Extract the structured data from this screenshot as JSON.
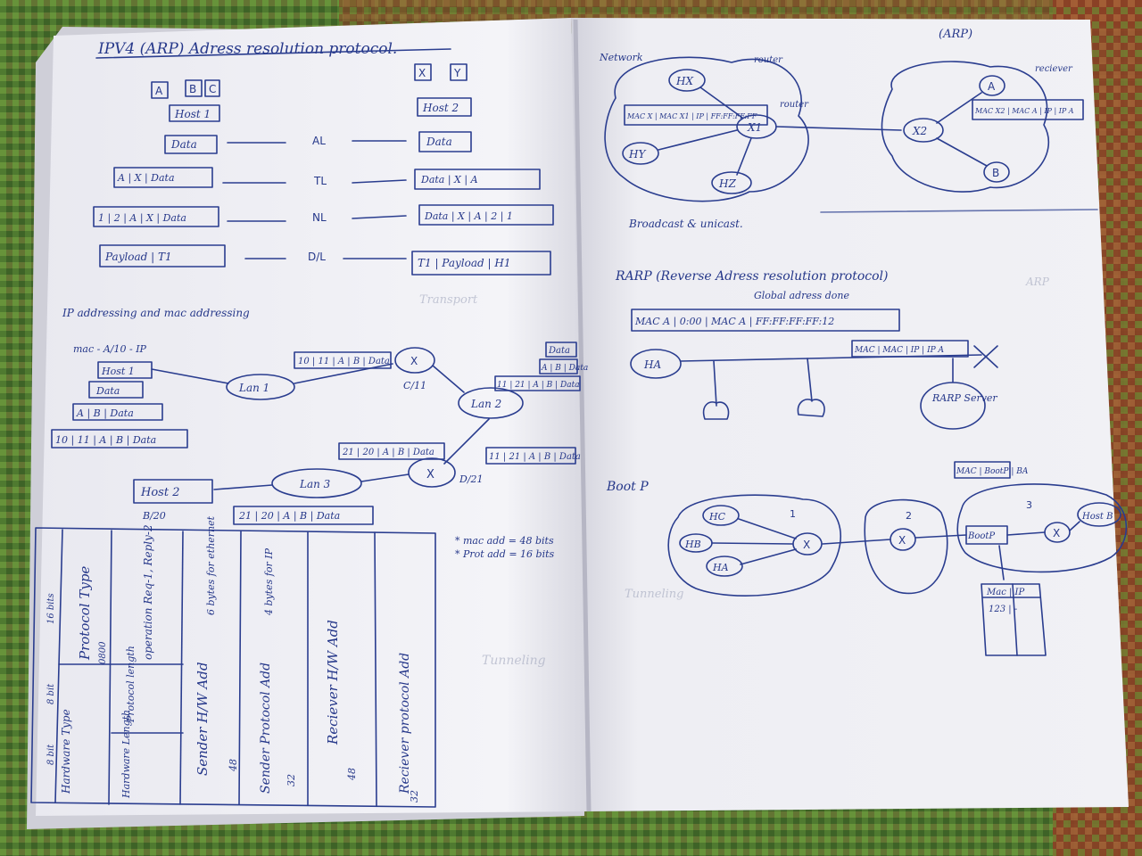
{
  "left_page": {
    "title": "IPV4 (ARP) Adress resolution protocol.",
    "host1_boxes": [
      "A",
      "B",
      "C"
    ],
    "host1_label": "Host 1",
    "host2_boxes": [
      "X",
      "Y"
    ],
    "host2_label": "Host 2",
    "layer_labels": [
      "AL",
      "TL",
      "NL",
      "D/L"
    ],
    "left_stack": [
      "Data",
      "A | X | Data",
      "1 | 2 | A | X | Data",
      "Payload | T1"
    ],
    "right_stack": [
      "Data",
      "Data | X | A",
      "Data | X | A | 2 | 1",
      "T1 | Payload | H1"
    ],
    "section2_title": "IP addressing and mac addressing",
    "mac_note": "mac - A/10 - IP",
    "host1_small": "Host 1",
    "data_small": "Data",
    "ab_data": "A | B | Data",
    "frame_10_11": "10 | 11 | A | B | Data",
    "lan1": "Lan 1",
    "lan2": "Lan 2",
    "lan3": "Lan 3",
    "router_c11": "C/11",
    "router_d21": "D/21",
    "frame_upper": "10 | 11 | A | B | Data",
    "frame_right_data": "Data",
    "frame_right_ab": "A | B | Data",
    "frame_right_11": "11 | 21 | A | B | Data",
    "frame_mid": "21 | 20 | A | B | Data",
    "frame_mid2": "11 | 21 | A | B | Data",
    "host2_small": "Host 2",
    "b20": "B/20",
    "frame_bottom": "21 | 20 | A | B | Data",
    "mac_add_note": "* mac add = 48 bits",
    "prot_add_note": "* Prot add = 16 bits",
    "table_cols": [
      "Hardware Type",
      "Protocol Type",
      "Hardware Length",
      "Protocol length",
      "operation Req-1, Reply-2",
      "Sender H/W Add",
      "6 bytes for ethernet",
      "Sender Protocol Add",
      "4 bytes for IP",
      "Reciever H/W Add",
      "Reciever protocol Add"
    ],
    "table_side_notes": [
      "8 bit",
      "8 bit",
      "16 bits",
      "0800",
      "48",
      "32",
      "48",
      "32"
    ]
  },
  "right_page": {
    "corner_tag": "(ARP)",
    "network_label": "Network",
    "router_label": "router",
    "reciever_label": "reciever",
    "node_hx": "HX",
    "node_hy": "HY",
    "node_hz": "HZ",
    "node_x1": "X1",
    "node_x2": "X2",
    "node_a": "A",
    "node_b": "B",
    "frame1": "MAC X | MAC X1 | IP | FF:FF:FF:FF",
    "frame2": "MAC X2 | MAC A | IP | IP A",
    "broadcast_note": "Broadcast & unicast.",
    "rarp_title": "RARP (Reverse Adress resolution protocol)",
    "global_note": "Global adress done",
    "rarp_frame": "MAC A | 0:00 | MAC A | FF:FF:FF:FF:12",
    "rarp_frame2": "MAC | MAC | IP | IP A",
    "ha_label": "HA",
    "rarp_server": "RARP Server",
    "bootp_title": "Boot P",
    "net1": "1",
    "net2": "2",
    "net3": "3",
    "node_hc": "HC",
    "node_hb": "HB",
    "node_ha2": "HA",
    "boot_p_node": "BootP",
    "host_b": "Host B",
    "bootp_frame": "MAC | BootP | BA",
    "mac_ip_table": "Mac | IP",
    "mac_ip_row": "123 | -"
  }
}
